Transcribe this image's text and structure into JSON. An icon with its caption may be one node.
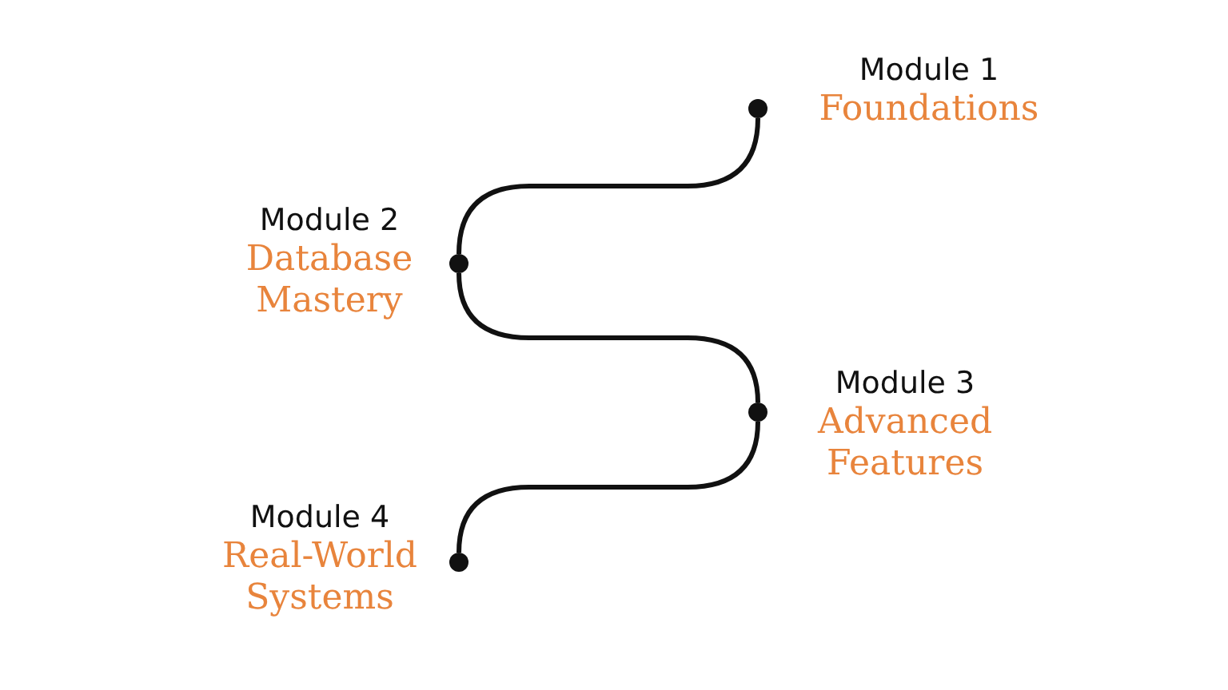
{
  "diagram": {
    "nodes": [
      {
        "text": [
          "Module 1",
          "Foundations"
        ]
      },
      {
        "text": [
          "Module 2",
          "Database Mastery"
        ]
      },
      {
        "text": [
          "Module 3",
          "Advanced Features"
        ]
      },
      {
        "text": [
          "Module 4",
          "Real-World Systems"
        ]
      }
    ],
    "edges": [
      {
        "from": 0,
        "to": 1,
        "arrow": "none"
      },
      {
        "from": 1,
        "to": 2,
        "arrow": "none"
      },
      {
        "from": 2,
        "to": 3,
        "arrow": "none"
      }
    ]
  }
}
